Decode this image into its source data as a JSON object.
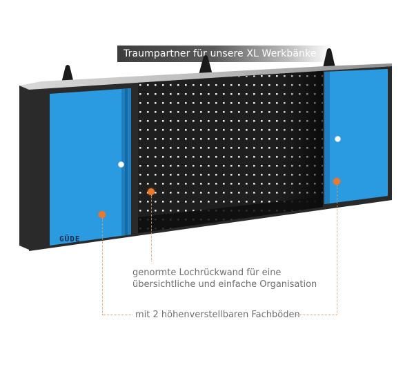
{
  "banner": {
    "text": "Traumpartner für unsere XL Werkbänke"
  },
  "product": {
    "brand_logo": "GÜDE",
    "colors": {
      "door_blue": "#2a9be0",
      "frame": "#2a2a2a",
      "pegboard": "#1e1e1e",
      "callout_orange": "#f07828"
    }
  },
  "callouts": [
    {
      "text_line1": "genormte Lochrückwand für eine",
      "text_line2": "übersichtliche und einfache Organisation"
    },
    {
      "text": "mit 2 höhenverstellbaren Fachböden"
    }
  ]
}
